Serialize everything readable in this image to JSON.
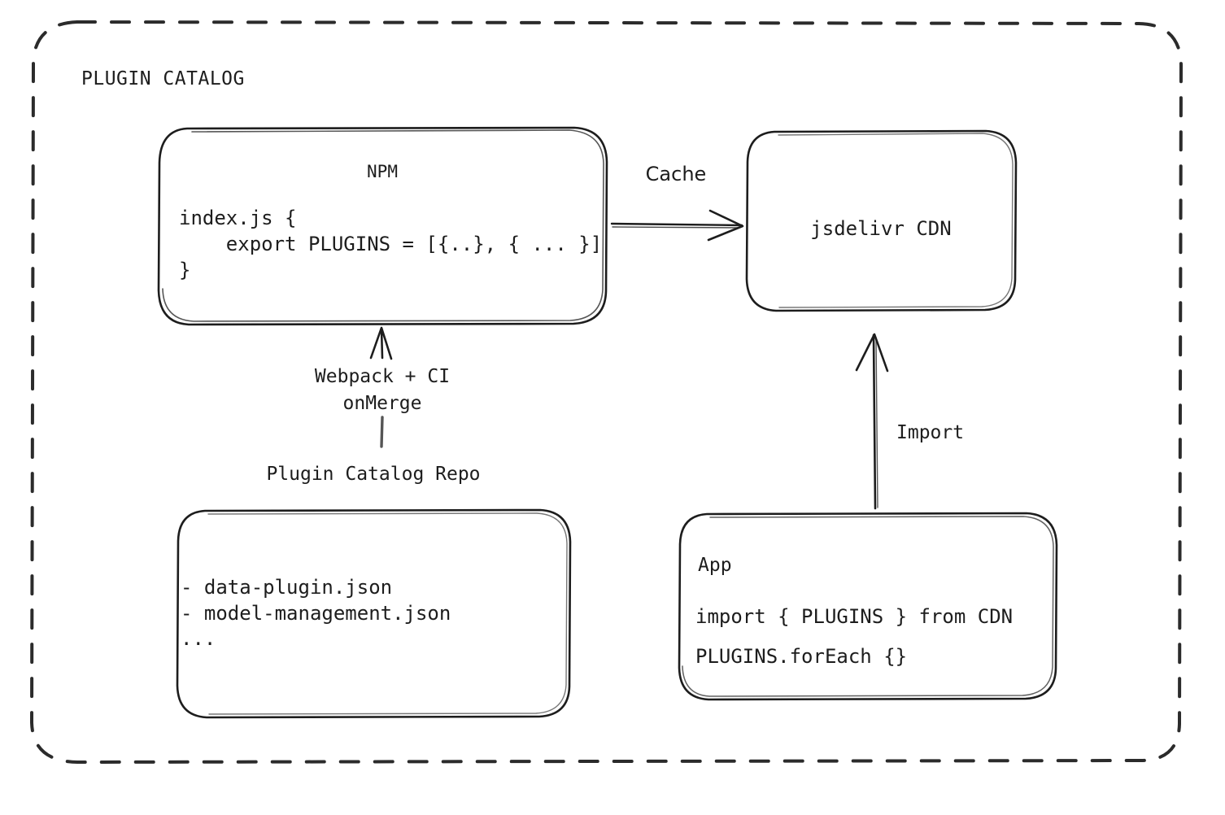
{
  "diagram": {
    "group": {
      "title": "PLUGIN CATALOG",
      "border_style": "dashed",
      "border_color": "#2b2b2b"
    },
    "nodes": {
      "npm": {
        "title": "NPM",
        "code": "index.js {\n    export PLUGINS = [{..}, { ... }]\n}"
      },
      "cdn": {
        "title": "jsdelivr CDN"
      },
      "repo": {
        "caption": "Plugin Catalog Repo",
        "files": "- data-plugin.json\n- model-management.json\n..."
      },
      "app": {
        "title": "App",
        "line1": "import { PLUGINS } from CDN",
        "line2": "PLUGINS.forEach {}"
      }
    },
    "edges": {
      "cache": {
        "label": "Cache",
        "from": "npm",
        "to": "cdn",
        "direction": "right"
      },
      "build": {
        "label": "Webpack + CI\nonMerge",
        "from": "repo",
        "to": "npm",
        "direction": "up"
      },
      "import": {
        "label": "Import",
        "from": "app",
        "to": "cdn",
        "direction": "up"
      }
    },
    "style": {
      "stroke": "#1d1d1d",
      "background": "#ffffff"
    }
  }
}
